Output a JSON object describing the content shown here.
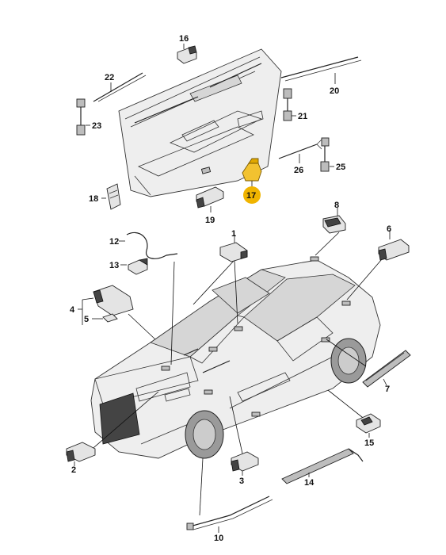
{
  "callouts": {
    "c1": "1",
    "c2": "2",
    "c3": "3",
    "c4": "4",
    "c5": "5",
    "c6": "6",
    "c7": "7",
    "c8": "8",
    "c10": "10",
    "c12": "12",
    "c13": "13",
    "c14": "14",
    "c15": "15",
    "c16": "16",
    "c17": "17",
    "c18": "18",
    "c19": "19",
    "c20": "20",
    "c21": "21",
    "c22": "22",
    "c23": "23",
    "c25": "25",
    "c26": "26"
  },
  "colors": {
    "highlight": "#f0b400",
    "line": "#222222",
    "panel": "#eeeeee"
  }
}
